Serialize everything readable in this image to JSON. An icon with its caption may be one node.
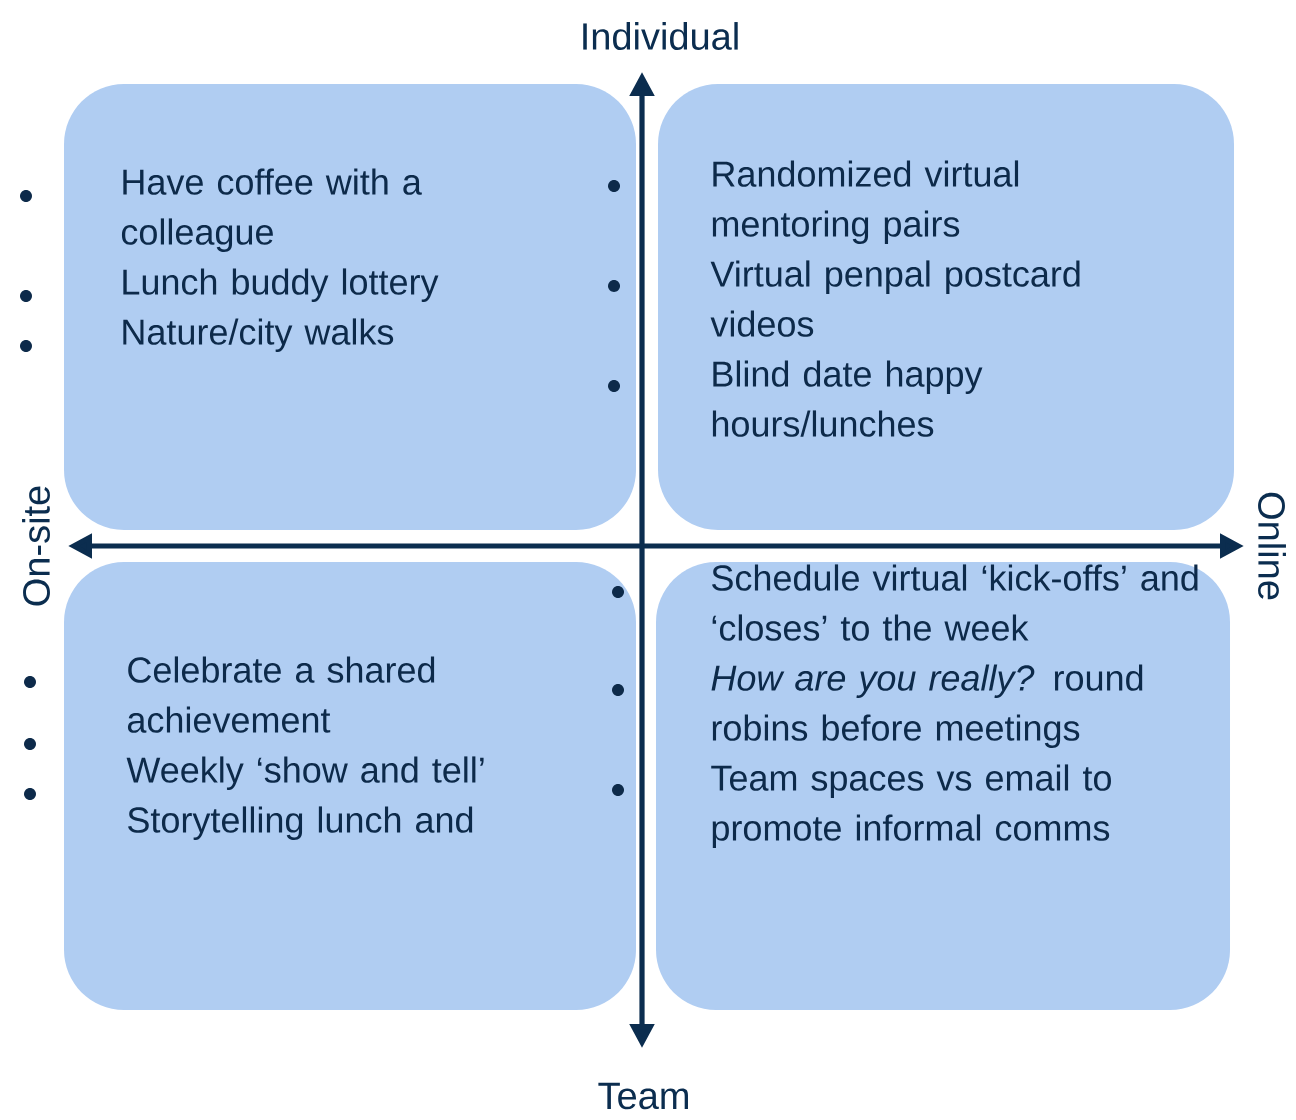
{
  "diagram": {
    "nodes": [
      {
        "text": [
          "Have coffee with a colleague",
          "Lunch buddy lottery",
          "Nature/city walks"
        ]
      },
      {
        "text": [
          "Randomized virtual mentoring pairs",
          "Virtual penpal postcard videos",
          "Blind date happy hours/lunches"
        ]
      },
      {
        "text": [
          "Celebrate a shared achievement",
          "Weekly ‘show and tell’",
          "Storytelling lunch and"
        ]
      },
      {
        "text": [
          "Schedule virtual ‘kick-offs’ and ‘closes’ to the week",
          "*How are you really?* round robins before meetings",
          "Team spaces vs email to promote informal comms"
        ]
      }
    ],
    "labels": [
      "Individual",
      "On-site",
      "Online",
      "Team"
    ]
  }
}
